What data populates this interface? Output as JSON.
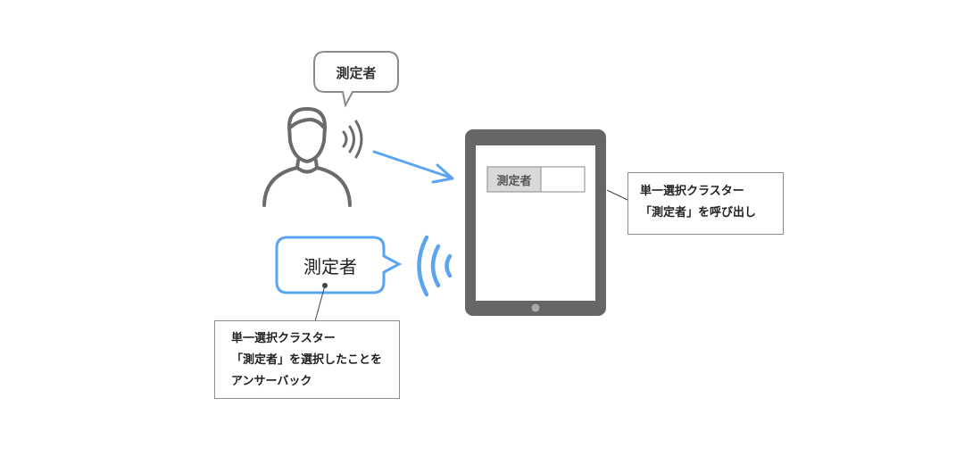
{
  "top_bubble": {
    "text": "測定者"
  },
  "tablet": {
    "field_label": "測定者"
  },
  "blue_bubble": {
    "text": "測定者"
  },
  "note_right": {
    "lines": [
      "単一選択クラスター",
      "「測定者」を呼び出し"
    ]
  },
  "note_bottom": {
    "lines": [
      "単一選択クラスター",
      "「測定者」を選択したことを",
      "アンサーバック"
    ]
  },
  "colors": {
    "person": "#6b6b6b",
    "blue_accent": "#5ba4ef",
    "tablet_body": "#666666",
    "field_label_bg": "#d9d9d9",
    "note_border": "#8c8c8c"
  }
}
